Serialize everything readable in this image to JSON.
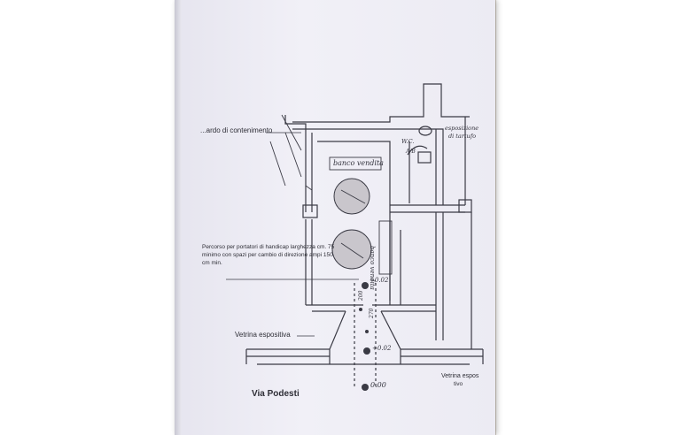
{
  "labels": {
    "containment_wall": "...ardo di contenimento",
    "counter_top": "banco vendita",
    "counter_side": "banco vendita",
    "wc": "W.C.",
    "wc_dim": "A/B",
    "display_right_top": "esposizione",
    "display_right_sub": "di tartufo",
    "accessible_path": "Percorso per portatori di handicap larghezza cm. 75 minimo con spazi per cambio di direzione ampi 150 cm min.",
    "shop_window": "Vetrina espositiva",
    "street": "Via Podesti",
    "shop_window_right_line1": "Vetrina espos",
    "shop_window_right_line2": "tivo"
  },
  "dimensions": {
    "level_top": "+0.02",
    "level_mid": "+0.02",
    "level_street": "0.00",
    "dim_a": "200",
    "dim_b": "270"
  },
  "colors": {
    "ink": "#3a3a44",
    "paper": "#eeedf4",
    "circle_fill": "#c9c6cc",
    "background": "#d9d4cb"
  }
}
